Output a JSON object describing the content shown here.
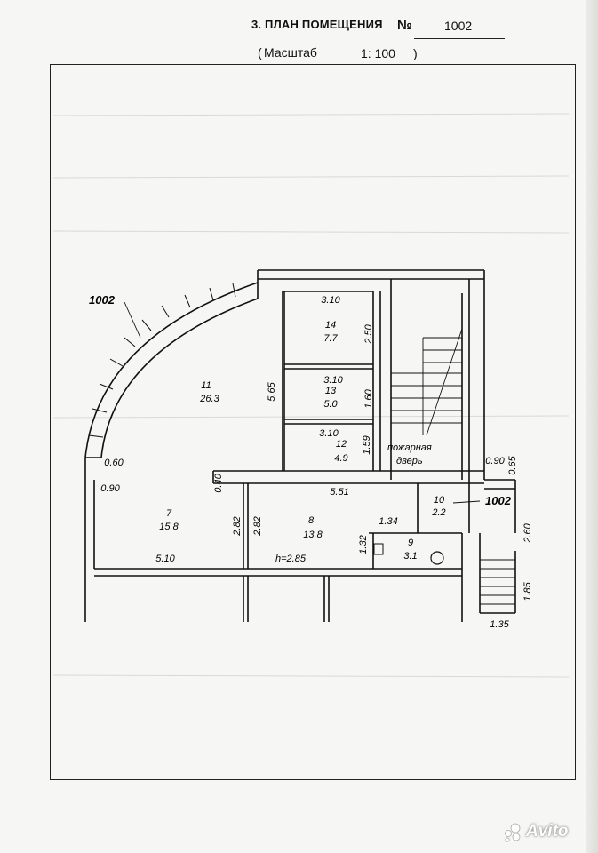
{
  "header": {
    "title": "3. ПЛАН ПОМЕЩЕНИЯ",
    "number_sign": "№",
    "number_value": "1002",
    "scale_open": "(",
    "scale_label": "Масштаб",
    "scale_value": "1:  100",
    "scale_close": ")"
  },
  "plan": {
    "label_top": "1002",
    "label_right": "1002",
    "height_note": "h=2.85",
    "fire_door_line1": "пожарная",
    "fire_door_line2": "дверь",
    "rooms": [
      {
        "number": "14",
        "area": "7.7"
      },
      {
        "number": "13",
        "area": "5.0"
      },
      {
        "number": "12",
        "area": "4.9"
      },
      {
        "number": "11",
        "area": "26.3"
      },
      {
        "number": "10",
        "area": "2.2"
      },
      {
        "number": "9",
        "area": "3.1"
      },
      {
        "number": "8",
        "area": "13.8"
      },
      {
        "number": "7",
        "area": "15.8"
      }
    ],
    "dimensions": {
      "d310a": "3.10",
      "d250": "2.50",
      "d310b": "3.10",
      "d565": "5.65",
      "d160": "1.60",
      "d310c": "3.10",
      "d159": "1.59",
      "d060": "0.60",
      "d090a": "0.90",
      "d090b": "0.90",
      "d065": "0.65",
      "d040": "0.40",
      "d551": "5.51",
      "d282a": "2.82",
      "d282b": "2.82",
      "d134": "1.34",
      "d132": "1.32",
      "d510": "5.10",
      "d260": "2.60",
      "d185": "1.85",
      "d135": "1.35"
    }
  },
  "watermark": {
    "brand": "Avito"
  }
}
